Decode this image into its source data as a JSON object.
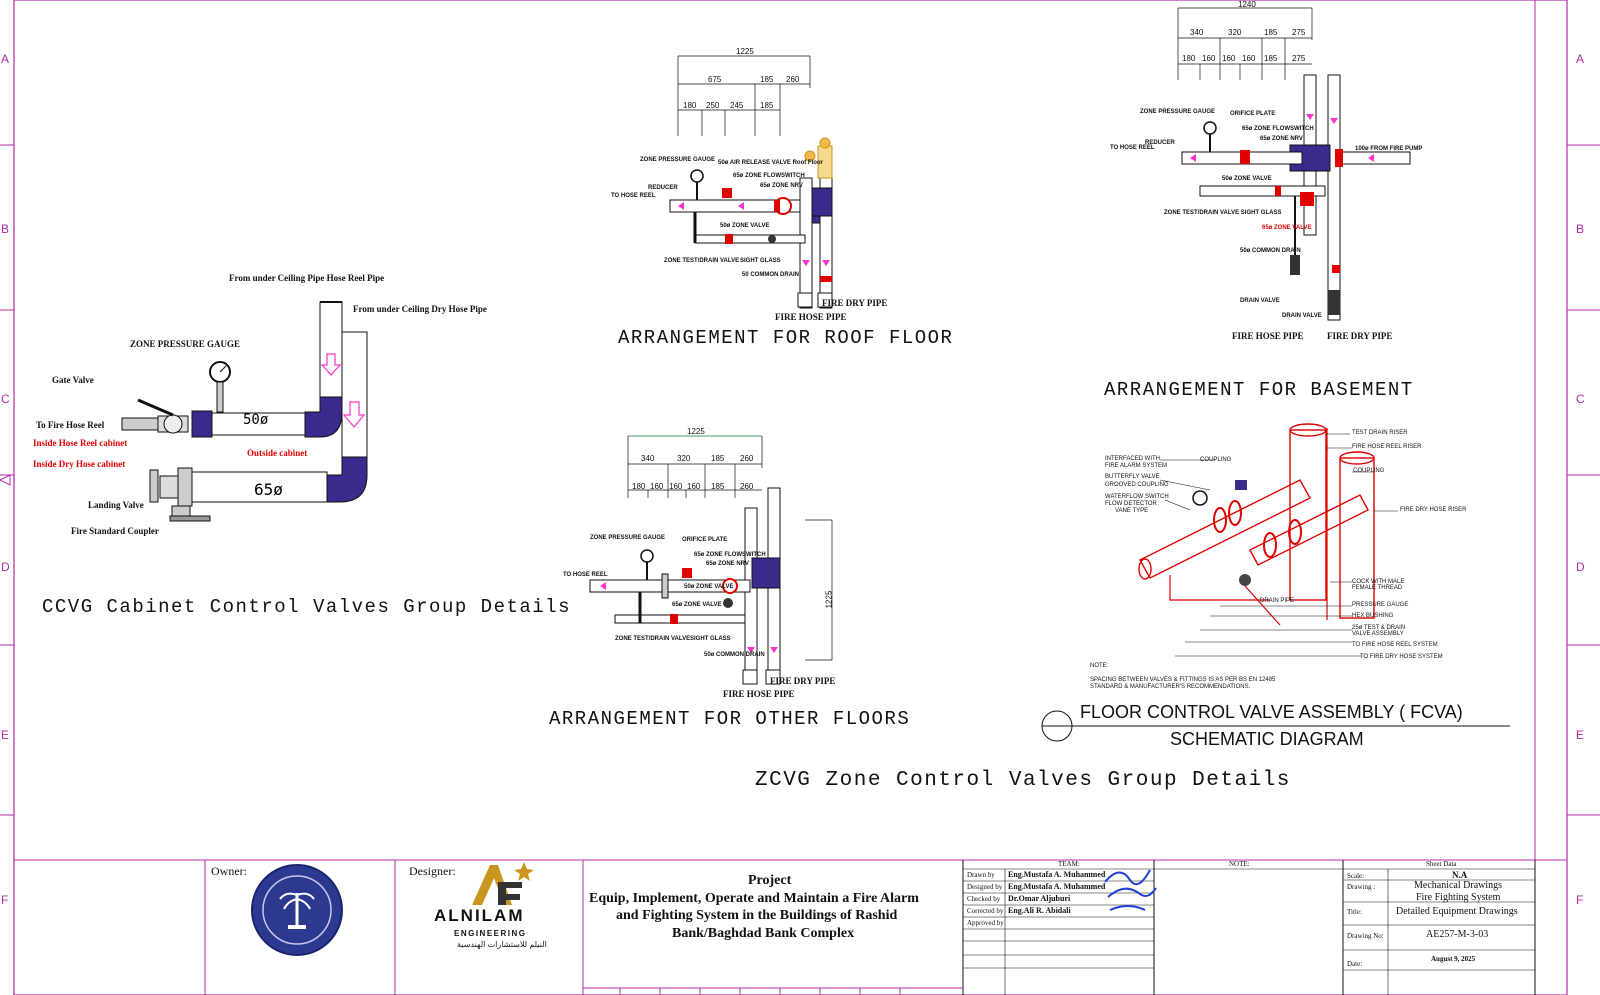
{
  "grid": {
    "left_letters": [
      "A",
      "B",
      "C",
      "D",
      "E",
      "F"
    ],
    "right_letters": [
      "A",
      "B",
      "C",
      "D",
      "E",
      "F"
    ]
  },
  "ccvg": {
    "title": "CCVG Cabinet Control Valves Group Details",
    "labels": {
      "ceiling_hose": "From under Ceiling Pipe Hose Reel Pipe",
      "ceiling_dry": "From under Ceiling Dry Hose Pipe",
      "zone_gauge": "ZONE PRESSURE GAUGE",
      "gate_valve": "Gate Valve",
      "to_fire_hose": "To Fire Hose Reel",
      "inside_hose": "Inside Hose Reel cabinet",
      "inside_dry": "Inside Dry Hose cabinet",
      "outside": "Outside cabinet",
      "landing_valve": "Landing Valve",
      "coupler": "Fire Standard Coupler",
      "pipe50": "50ø",
      "pipe65": "65ø"
    }
  },
  "roof": {
    "title": "ARRANGEMENT FOR ROOF FLOOR",
    "dims_top": [
      "1225"
    ],
    "dims_mid": [
      "675",
      "185",
      "260"
    ],
    "dims_low": [
      "180",
      "250",
      "245",
      "185"
    ],
    "labels": {
      "gauge": "ZONE PRESSURE GAUGE",
      "air": "50ø AIR RELEASE VALVE Roof Floor",
      "flow": "65ø ZONE FLOWSWITCH",
      "nrv": "65ø ZONE NRV",
      "to_hose": "TO HOSE REEL",
      "reducer": "REDUCER",
      "zone_valve": "50ø ZONE VALVE",
      "test_drain": "ZONE TEST/DRAIN VALVE",
      "sight": "SIGHT GLASS",
      "common": "50 COMMON DRAIN",
      "fire_dry": "FIRE DRY PIPE",
      "fire_hose": "FIRE HOSE PIPE"
    }
  },
  "basement": {
    "title": "ARRANGEMENT FOR BASEMENT",
    "dims_top": [
      "1240"
    ],
    "dims_mid": [
      "340",
      "320",
      "185",
      "275"
    ],
    "dims_low": [
      "180",
      "160",
      "160",
      "160",
      "185",
      "275"
    ],
    "labels": {
      "gauge": "ZONE PRESSURE GAUGE",
      "orifice": "ORIFICE PLATE",
      "flow": "65ø ZONE FLOWSWITCH",
      "nrv": "65ø ZONE NRV",
      "to_hose": "TO HOSE REEL",
      "reducer": "REDUCER",
      "from_pump": "100ø FROM FIRE PUMP",
      "zone_valve": "50ø ZONE VALVE",
      "test_drain": "ZONE TEST/DRAIN VALVE SIGHT GLASS",
      "zone_valve2": "65ø ZONE VALVE",
      "common": "50ø COMMON DRAIN",
      "drain1": "DRAIN VALVE",
      "drain2": "DRAIN VALVE",
      "fire_hose": "FIRE HOSE PIPE",
      "fire_dry": "FIRE DRY PIPE"
    }
  },
  "other": {
    "title": "ARRANGEMENT FOR OTHER FLOORS",
    "dims_top": [
      "1225"
    ],
    "dims_mid": [
      "340",
      "320",
      "185",
      "260"
    ],
    "dims_low": [
      "180",
      "160",
      "160",
      "160",
      "185",
      "260"
    ],
    "dim_side": "1225",
    "labels": {
      "gauge": "ZONE PRESSURE GAUGE",
      "orifice": "ORIFICE PLATE",
      "flow": "65ø ZONE FLOWSWITCH",
      "nrv": "65ø ZONE NRV",
      "to_hose": "TO HOSE REEL",
      "zone_valve": "50ø ZONE VALVE",
      "zone_valve2": "65ø ZONE VALVE",
      "test_drain": "ZONE TEST/DRAIN VALVE",
      "sight": "SIGHT GLASS",
      "common": "50ø COMMON DRAIN",
      "fire_dry": "FIRE DRY PIPE",
      "fire_hose": "FIRE HOSE PIPE"
    }
  },
  "fcva": {
    "title": "FLOOR CONTROL VALVE ASSEMBLY  ( FCVA)",
    "subtitle": "SCHEMATIC DIAGRAM",
    "labels": {
      "test_drain_riser": "TEST DRAIN RISER",
      "fire_hose_riser": "FIRE HOSE REEL RISER",
      "coupling1": "COUPLING",
      "coupling2": "COUPLING",
      "interfaced": "INTERFACED WITH",
      "interfaced2": "FIRE ALARM SYSTEM",
      "butterfly": "BUTTERFLY VALVE",
      "grooved": "GROOVED COUPLING",
      "waterflow": "WATERFLOW SWITCH",
      "flow_detector": "FLOW DETECTOR",
      "vane": "VANE TYPE",
      "fire_dry_riser": "FIRE DRY HOSE RISER",
      "cock": "COCK WITH MALE",
      "cock2": "FEMALE THREAD",
      "drain_pipe": "DRAIN PIPE",
      "pressure_gauge": "PRESSURE GAUGE",
      "hex": "HEX BUSHING",
      "test_drain_valve": "25ø TEST & DRAIN",
      "test_drain_valve2": "VALVE ASSEMBLY",
      "to_hose_system": "TO FIRE HOSE REEL SYSTEM",
      "to_dry_system": "TO FIRE DRY HOSE  SYSTEM",
      "note": "NOTE:",
      "note_text1": "SPACING BETWEEN VALVES & FITTINGS IS AS PER BS EN 12485",
      "note_text2": "STANDARD & MANUFACTURER'S RECOMMENDATIONS."
    }
  },
  "zcvg": {
    "title": "ZCVG Zone Control Valves Group Details"
  },
  "title_block": {
    "owner_label": "Owner:",
    "designer_label": "Designer:",
    "company_name": "ALNILAM",
    "company_sub": "ENGINEERING",
    "company_arabic": "النيلم للاستشارات الهندسية",
    "project_heading": "Project",
    "project_line1": "Equip, Implement, Operate and Maintain a Fire Alarm",
    "project_line2": "and Fighting System in the Buildings of Rashid",
    "project_line3": "Bank/Baghdad Bank Complex",
    "team_heading": "TEAM:",
    "team": [
      {
        "role": "Drawn by",
        "name": "Eng.Mustafa A. Muhammed"
      },
      {
        "role": "Designed by",
        "name": "Eng.Mustafa A. Muhammed"
      },
      {
        "role": "Checked by",
        "name": "Dr.Omar Aljuburi"
      },
      {
        "role": "Corrected by",
        "name": "Eng.Ali R. Abidali"
      },
      {
        "role": "Approved by",
        "name": ""
      }
    ],
    "note_heading": "NOTE:",
    "sheet_heading": "Sheet Data",
    "scale_label": "Scale:",
    "scale_value": "N.A",
    "drawing_label": "Drawing :",
    "drawing_value1": "Mechanical Drawings",
    "drawing_value2": "Fire Fighting System",
    "title_label": "Title:",
    "title_value": "Detailed Equipment Drawings",
    "drawing_no_label": "Drawing No:",
    "drawing_no_value": "AE257-M-3-03",
    "date_label": "Date:",
    "date_value": "August 9, 2025"
  },
  "colors": {
    "border": "#b02aa8",
    "pipe_purple": "#3a2a8c",
    "valve_red": "#e00000",
    "arrow_pink": "#ff33cc",
    "gold": "#c9951e"
  }
}
